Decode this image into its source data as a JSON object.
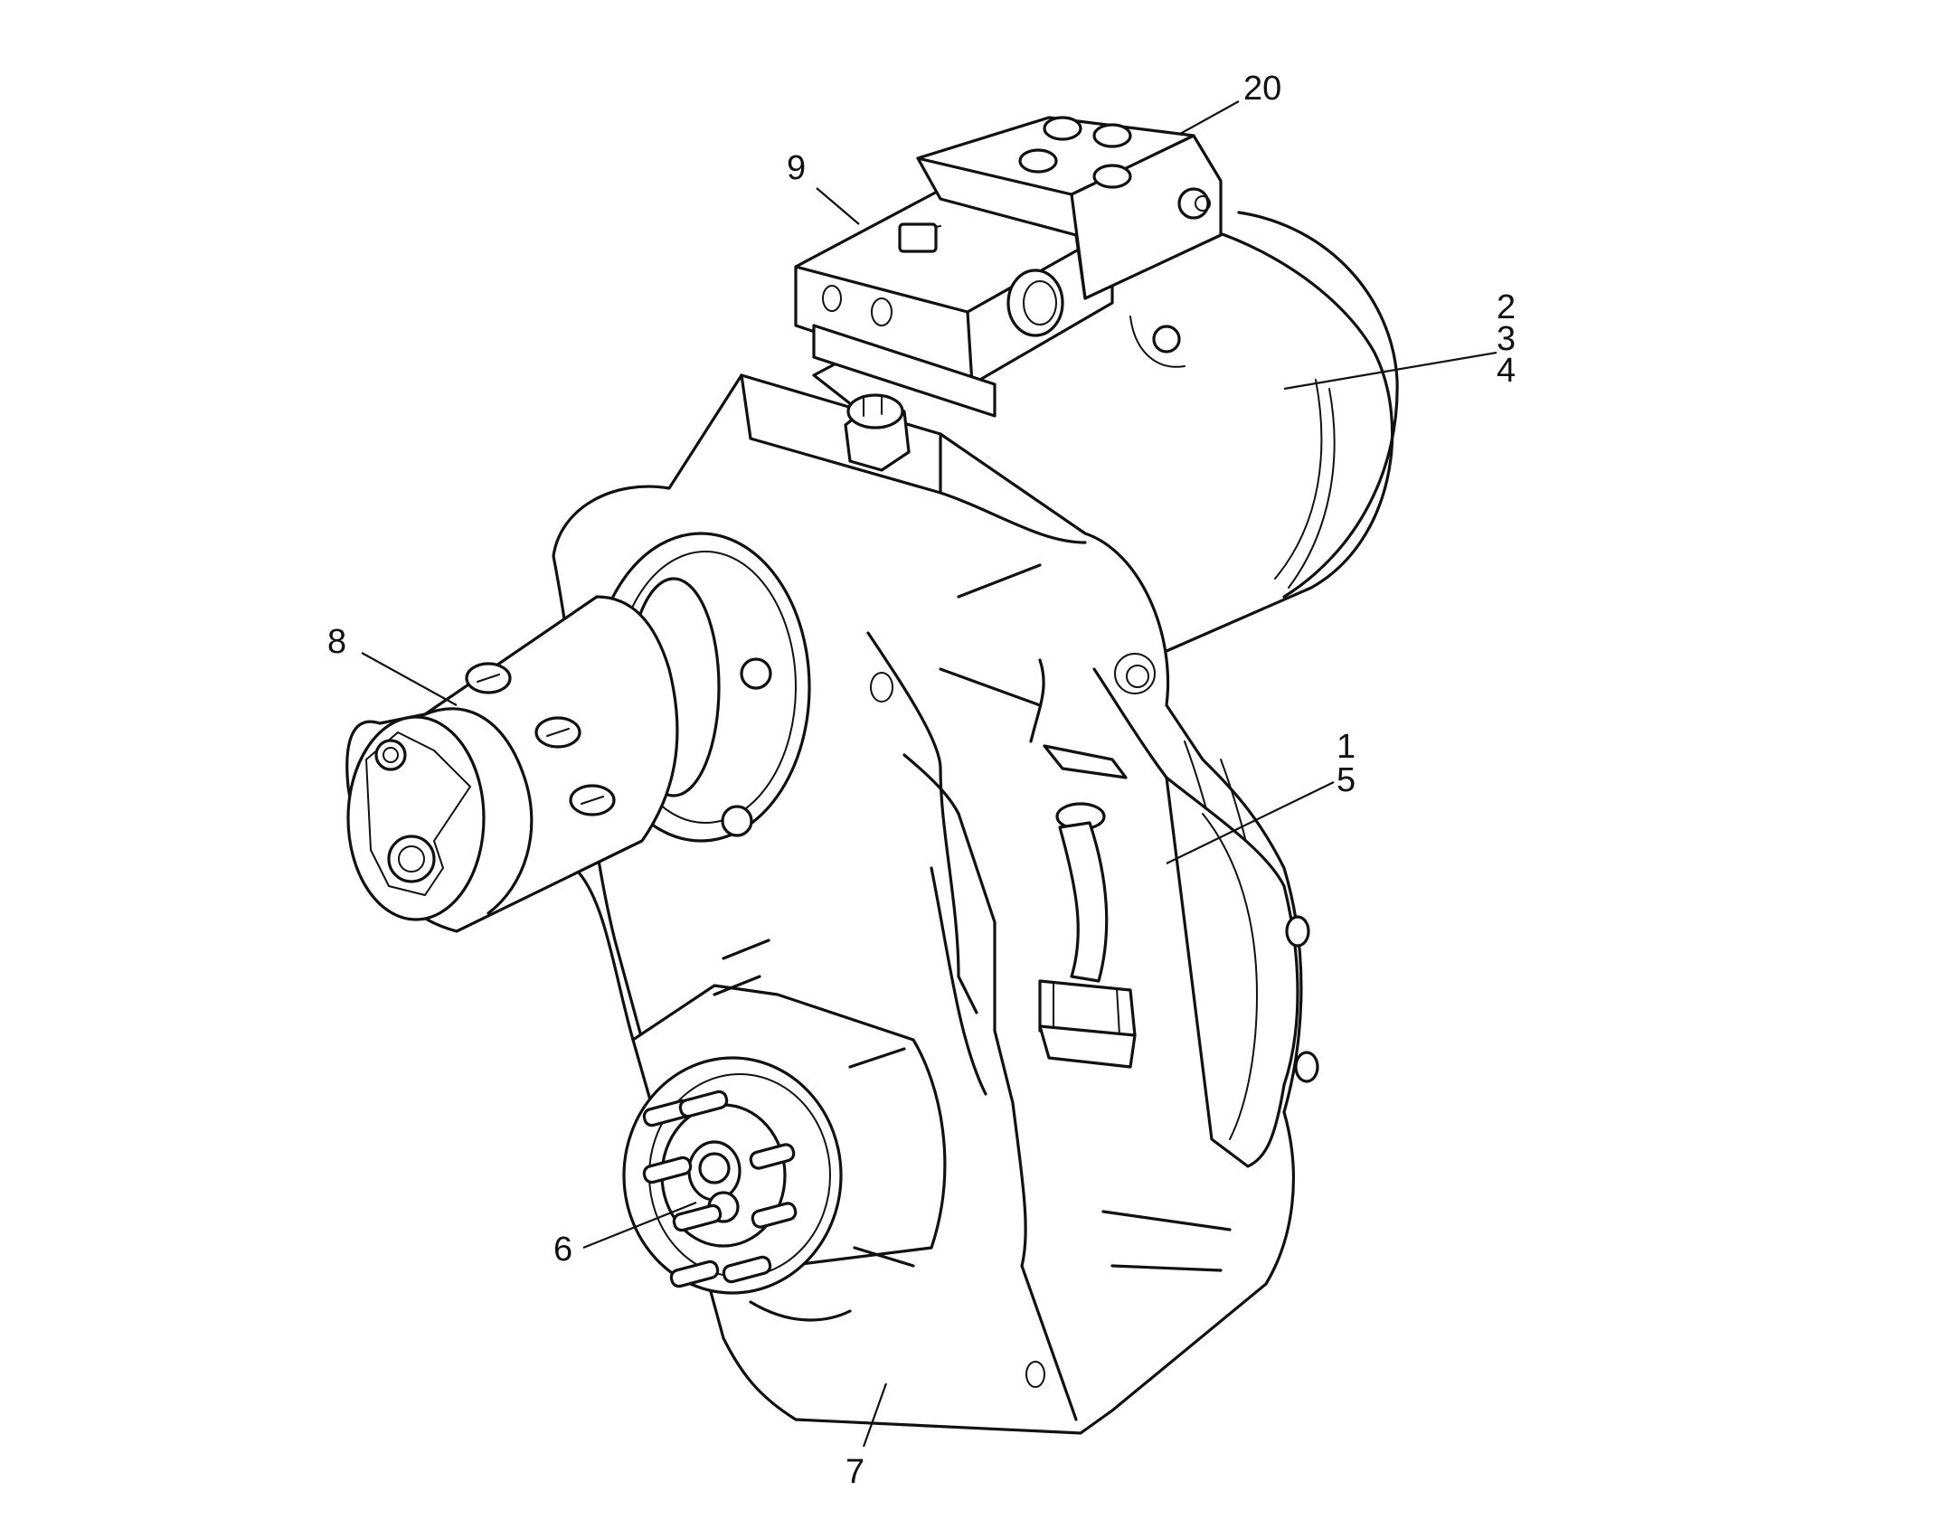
{
  "callouts": {
    "c20": "20",
    "c9": "9",
    "c2": "2",
    "c3": "3",
    "c4": "4",
    "c8": "8",
    "c1": "1",
    "c5": "5",
    "c6": "6",
    "c7": "7"
  },
  "colors": {
    "line": "#111111",
    "paper": "#ffffff"
  }
}
